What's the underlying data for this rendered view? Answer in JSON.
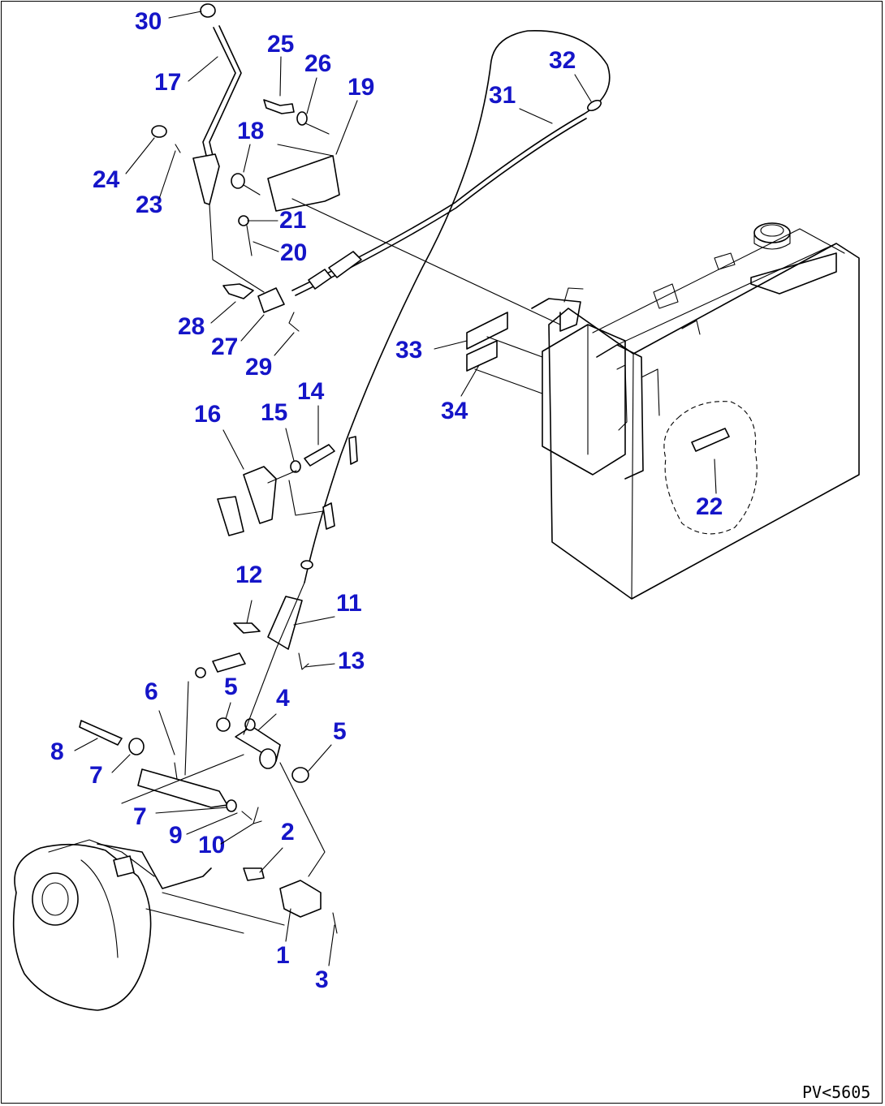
{
  "diagram": {
    "drawing_code": "PV<5605",
    "part_labels": [
      "30",
      "17",
      "24",
      "23",
      "25",
      "26",
      "19",
      "18",
      "21",
      "20",
      "32",
      "31",
      "28",
      "27",
      "29",
      "33",
      "34",
      "16",
      "15",
      "14",
      "22",
      "12",
      "11",
      "13",
      "6",
      "5",
      "4",
      "5",
      "8",
      "7",
      "7",
      "9",
      "10",
      "2",
      "1",
      "3"
    ]
  }
}
